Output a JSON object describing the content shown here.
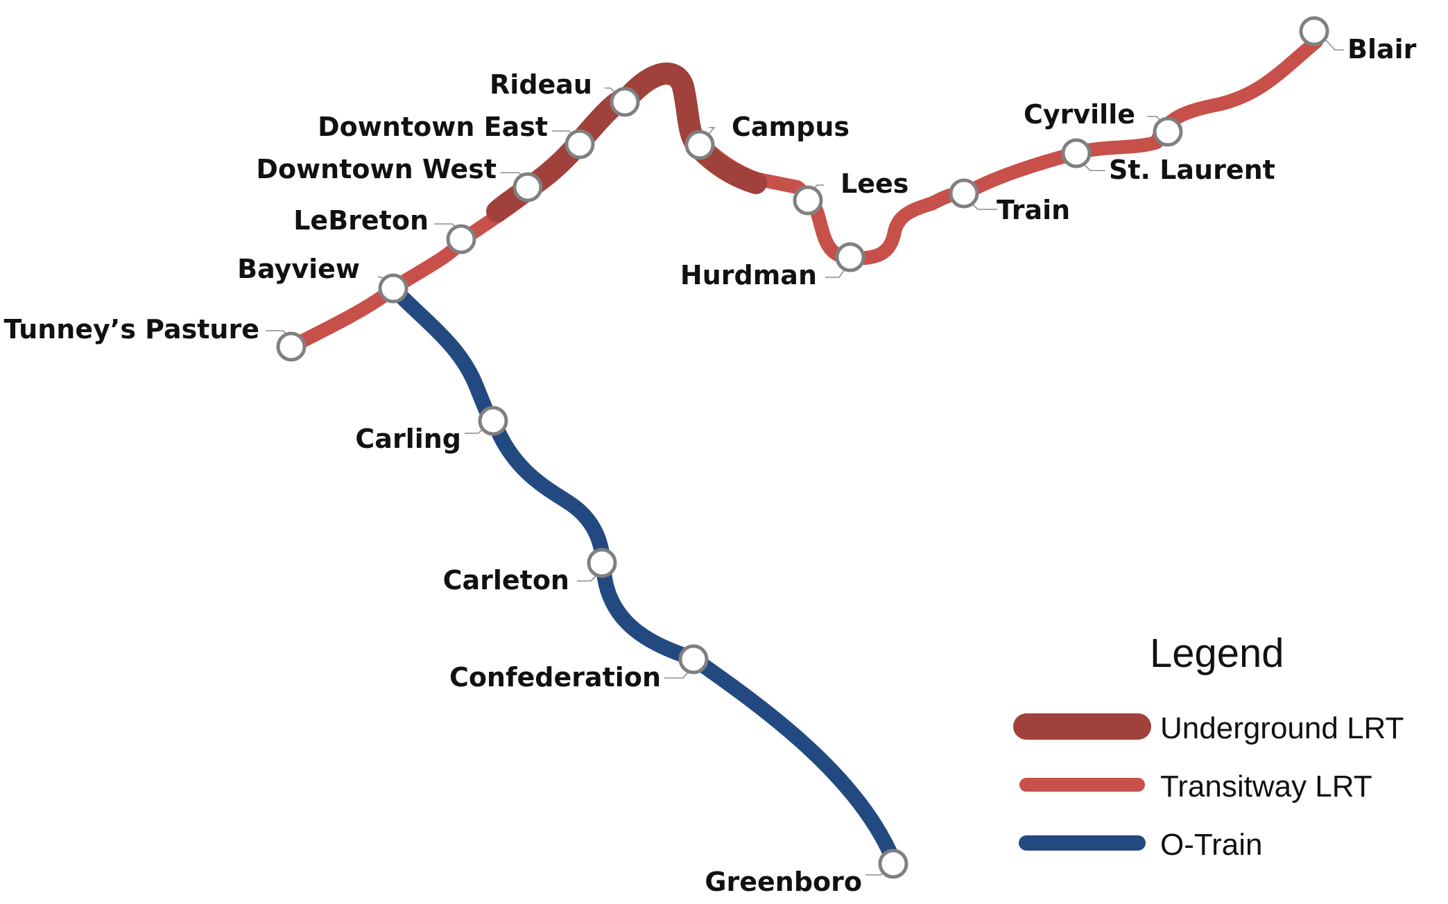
{
  "colors": {
    "underground": "#A0413B",
    "transitway": "#C8504A",
    "otrain": "#234A80",
    "station_outline": "#808080"
  },
  "stations": {
    "tunneys_pasture": "Tunney’s Pasture",
    "bayview": "Bayview",
    "lebreton": "LeBreton",
    "downtown_west": "Downtown West",
    "downtown_east": "Downtown East",
    "rideau": "Rideau",
    "campus": "Campus",
    "lees": "Lees",
    "hurdman": "Hurdman",
    "train": "Train",
    "st_laurent": "St. Laurent",
    "cyrville": "Cyrville",
    "blair": "Blair",
    "carling": "Carling",
    "carleton": "Carleton",
    "confederation": "Confederation",
    "greenboro": "Greenboro"
  },
  "legend": {
    "title": "Legend",
    "items": [
      {
        "label": "Underground LRT",
        "line": "underground"
      },
      {
        "label": "Transitway LRT",
        "line": "transitway"
      },
      {
        "label": "O-Train",
        "line": "otrain"
      }
    ]
  }
}
